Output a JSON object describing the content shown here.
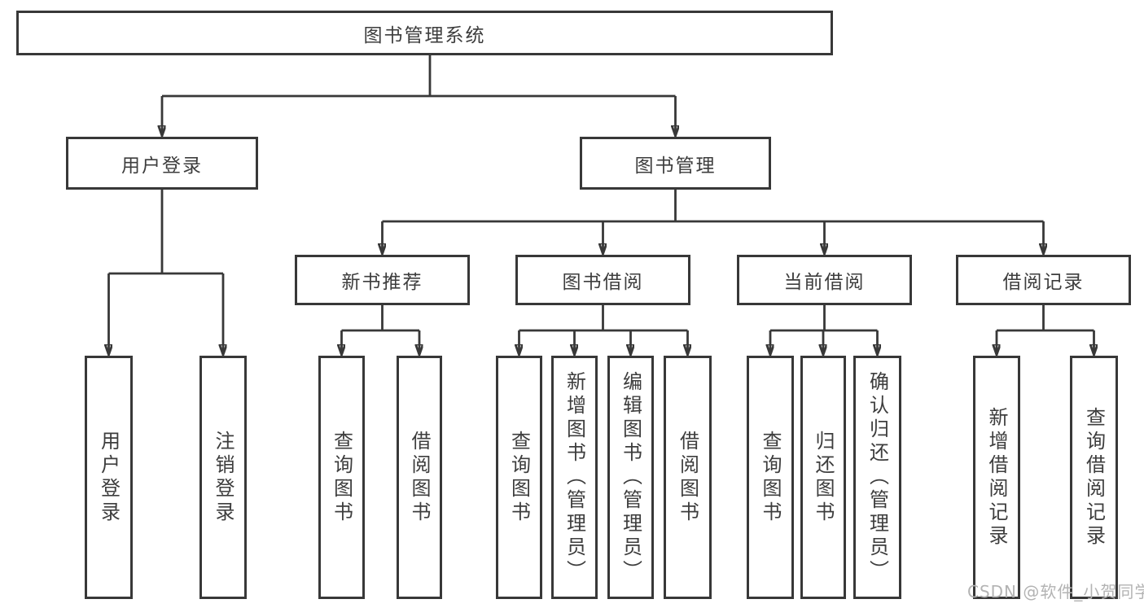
{
  "diagram": {
    "type": "hierarchy-tree",
    "title": "图书管理系统"
  },
  "nodes": {
    "root": {
      "label": "图书管理系统"
    },
    "user_login": {
      "label": "用户登录"
    },
    "book_mgmt": {
      "label": "图书管理"
    },
    "new_book_rec": {
      "label": "新书推荐"
    },
    "book_borrow": {
      "label": "图书借阅"
    },
    "current_borrow": {
      "label": "当前借阅"
    },
    "borrow_record": {
      "label": "借阅记录"
    },
    "leaf_user_login": {
      "label": "用户登录"
    },
    "leaf_logout": {
      "label": "注销登录"
    },
    "leaf_nb_query": {
      "label": "查询图书"
    },
    "leaf_nb_borrow": {
      "label": "借阅图书"
    },
    "leaf_bb_query": {
      "label": "查询图书"
    },
    "leaf_bb_add": {
      "label": "新增图书（管理员）"
    },
    "leaf_bb_edit": {
      "label": "编辑图书（管理员）"
    },
    "leaf_bb_borrow": {
      "label": "借阅图书"
    },
    "leaf_cb_query": {
      "label": "查询图书"
    },
    "leaf_cb_return": {
      "label": "归还图书"
    },
    "leaf_cb_confirm": {
      "label": "确认归还（管理员）"
    },
    "leaf_br_add": {
      "label": "新增借阅记录"
    },
    "leaf_br_query": {
      "label": "查询借阅记录"
    }
  },
  "edges": [
    {
      "from": "root",
      "to": "user_login"
    },
    {
      "from": "root",
      "to": "book_mgmt"
    },
    {
      "from": "user_login",
      "to": "leaf_user_login"
    },
    {
      "from": "user_login",
      "to": "leaf_logout"
    },
    {
      "from": "book_mgmt",
      "to": "new_book_rec"
    },
    {
      "from": "book_mgmt",
      "to": "book_borrow"
    },
    {
      "from": "book_mgmt",
      "to": "current_borrow"
    },
    {
      "from": "book_mgmt",
      "to": "borrow_record"
    },
    {
      "from": "new_book_rec",
      "to": "leaf_nb_query"
    },
    {
      "from": "new_book_rec",
      "to": "leaf_nb_borrow"
    },
    {
      "from": "book_borrow",
      "to": "leaf_bb_query"
    },
    {
      "from": "book_borrow",
      "to": "leaf_bb_add"
    },
    {
      "from": "book_borrow",
      "to": "leaf_bb_edit"
    },
    {
      "from": "book_borrow",
      "to": "leaf_bb_borrow"
    },
    {
      "from": "current_borrow",
      "to": "leaf_cb_query"
    },
    {
      "from": "current_borrow",
      "to": "leaf_cb_return"
    },
    {
      "from": "current_borrow",
      "to": "leaf_cb_confirm"
    },
    {
      "from": "borrow_record",
      "to": "leaf_br_add"
    },
    {
      "from": "borrow_record",
      "to": "leaf_br_query"
    }
  ],
  "watermark": {
    "text": "CSDN @软件_小贺同学",
    "color": "#b3b3b3"
  },
  "colors": {
    "background": "#ffffff",
    "box_border": "#383838",
    "line": "#383838",
    "text": "#3d3d3d"
  }
}
